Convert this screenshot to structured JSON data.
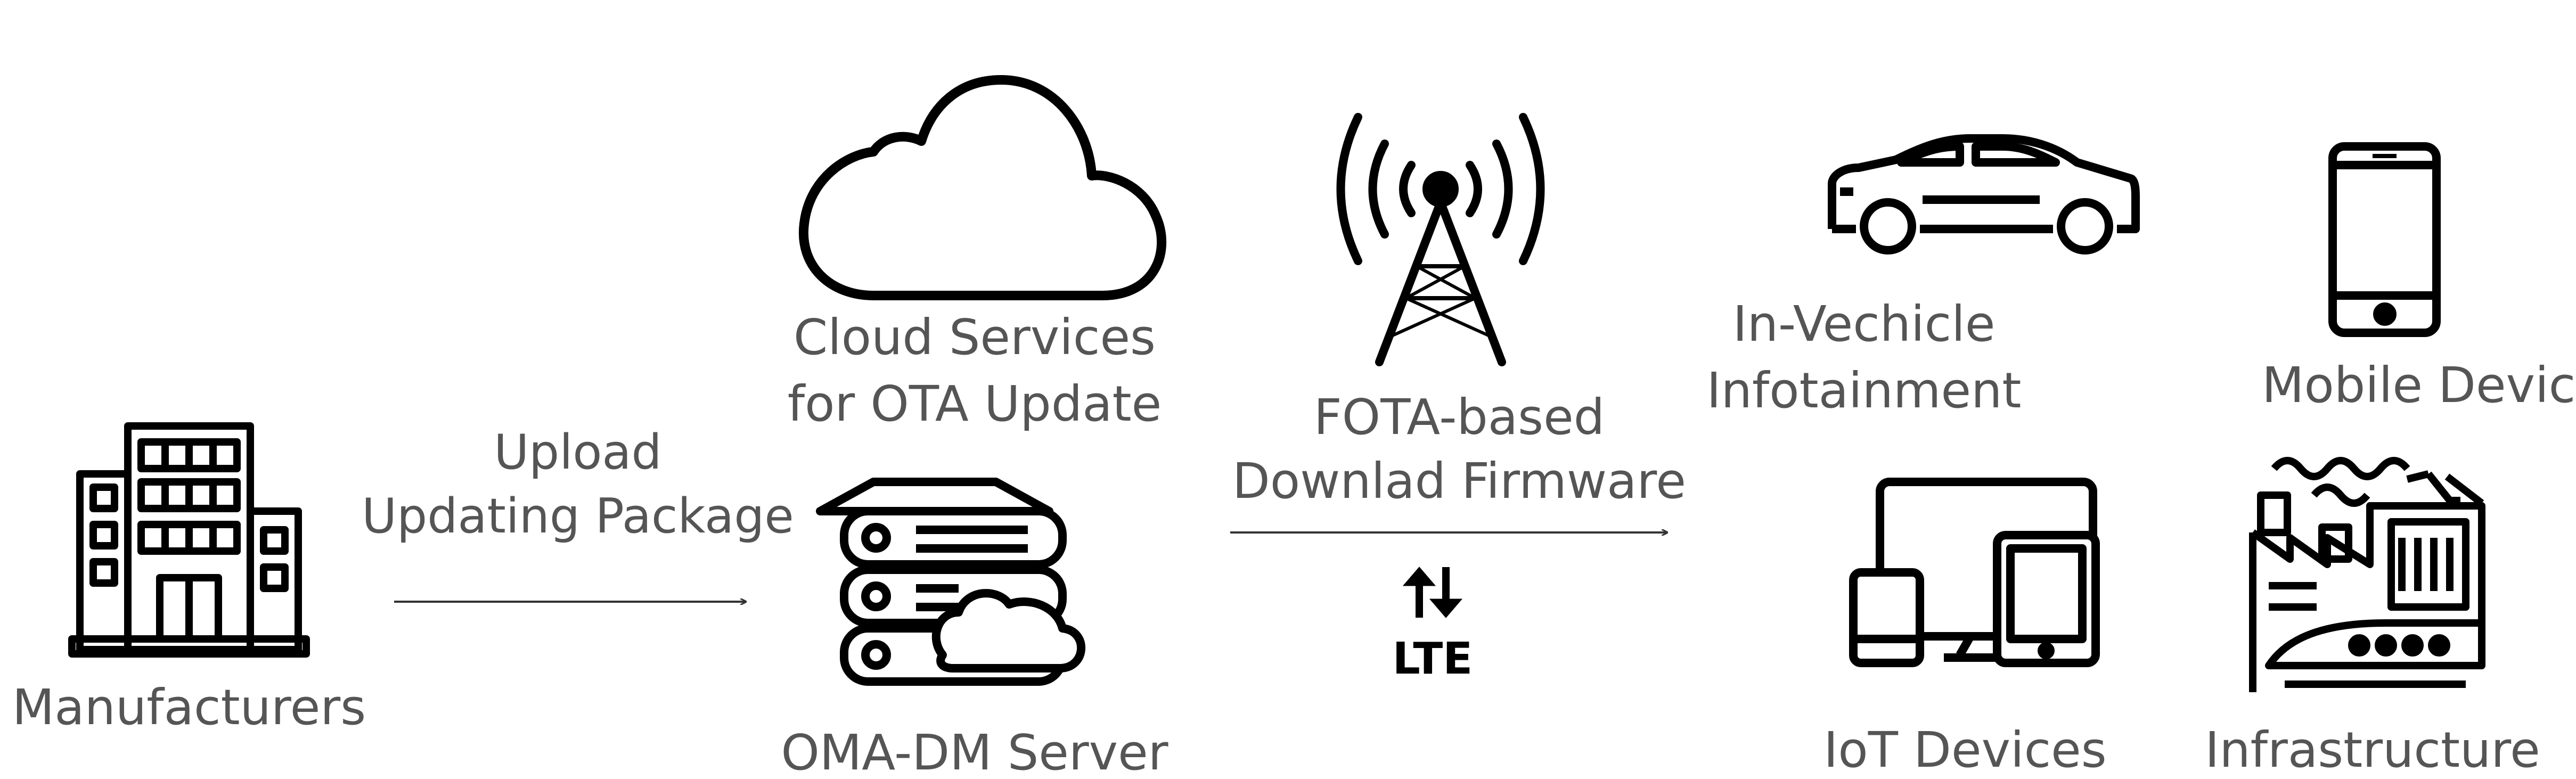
{
  "labels": {
    "manufacturers": "Manufacturers",
    "upload_line1": "Upload",
    "upload_line2": "Updating Package",
    "cloud_line1": "Cloud Services",
    "cloud_line2": "for OTA Update",
    "server": "OMA-DM Server",
    "fota_line1": "FOTA-based",
    "fota_line2": "Downlad Firmware",
    "lte": "LTE",
    "vehicle_line1": "In-Vechicle",
    "vehicle_line2": "Infotainment",
    "mobile": "Mobile Device",
    "iot": "IoT Devices",
    "infrastructure": "Infrastructure"
  },
  "icons": [
    "building-icon",
    "cloud-icon",
    "server-icon",
    "antenna-tower-icon",
    "updown-arrows-icon",
    "car-icon",
    "smartphone-icon",
    "iot-devices-icon",
    "factory-icon"
  ],
  "colors": {
    "icon": "#000000",
    "text": "#555555",
    "arrow": "#333333"
  }
}
